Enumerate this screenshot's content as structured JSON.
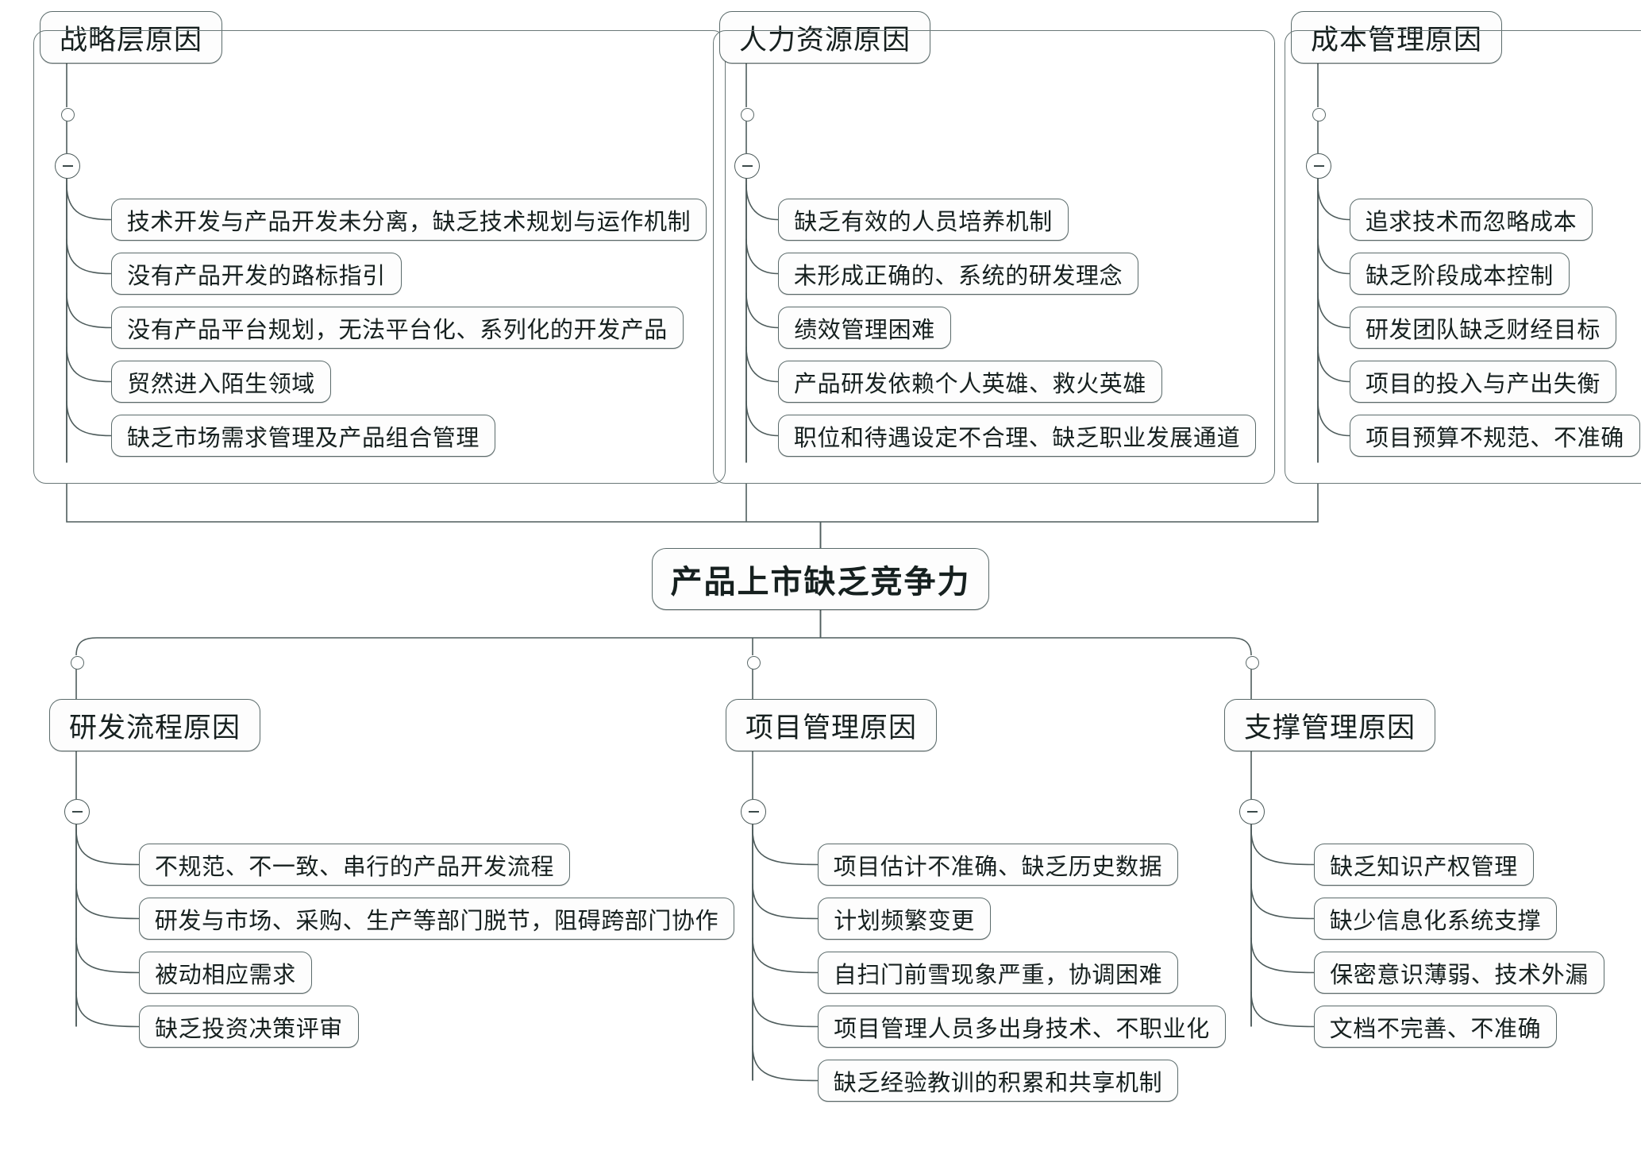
{
  "diagram": {
    "title": "产品上市缺乏竞争力",
    "type": "mind-map",
    "accent_color": "#5b6b6b",
    "background_color": "#ffffff",
    "text_color": "#16201f"
  },
  "root": {
    "label": "产品上市缺乏竞争力"
  },
  "icons": {
    "collapse_glyph": "−",
    "anchor_glyph": "○"
  },
  "branches": {
    "top": [
      {
        "id": "strategy",
        "label": "战略层原因",
        "items": [
          "技术开发与产品开发未分离，缺乏技术规划与运作机制",
          "没有产品开发的路标指引",
          "没有产品平台规划，无法平台化、系列化的开发产品",
          "贸然进入陌生领域",
          "缺乏市场需求管理及产品组合管理"
        ]
      },
      {
        "id": "hr",
        "label": "人力资源原因",
        "items": [
          "缺乏有效的人员培养机制",
          "未形成正确的、系统的研发理念",
          "绩效管理困难",
          "产品研发依赖个人英雄、救火英雄",
          "职位和待遇设定不合理、缺乏职业发展通道"
        ]
      },
      {
        "id": "cost",
        "label": "成本管理原因",
        "items": [
          "追求技术而忽略成本",
          "缺乏阶段成本控制",
          "研发团队缺乏财经目标",
          "项目的投入与产出失衡",
          "项目预算不规范、不准确"
        ]
      }
    ],
    "bottom": [
      {
        "id": "rnd-process",
        "label": "研发流程原因",
        "items": [
          "不规范、不一致、串行的产品开发流程",
          "研发与市场、采购、生产等部门脱节，阻碍跨部门协作",
          "被动相应需求",
          "缺乏投资决策评审"
        ]
      },
      {
        "id": "project-mgmt",
        "label": "项目管理原因",
        "items": [
          "项目估计不准确、缺乏历史数据",
          "计划频繁变更",
          "自扫门前雪现象严重，协调困难",
          "项目管理人员多出身技术、不职业化",
          "缺乏经验教训的积累和共享机制"
        ]
      },
      {
        "id": "support-mgmt",
        "label": "支撑管理原因",
        "items": [
          "缺乏知识产权管理",
          "缺少信息化系统支撑",
          "保密意识薄弱、技术外漏",
          "文档不完善、不准确"
        ]
      }
    ]
  }
}
